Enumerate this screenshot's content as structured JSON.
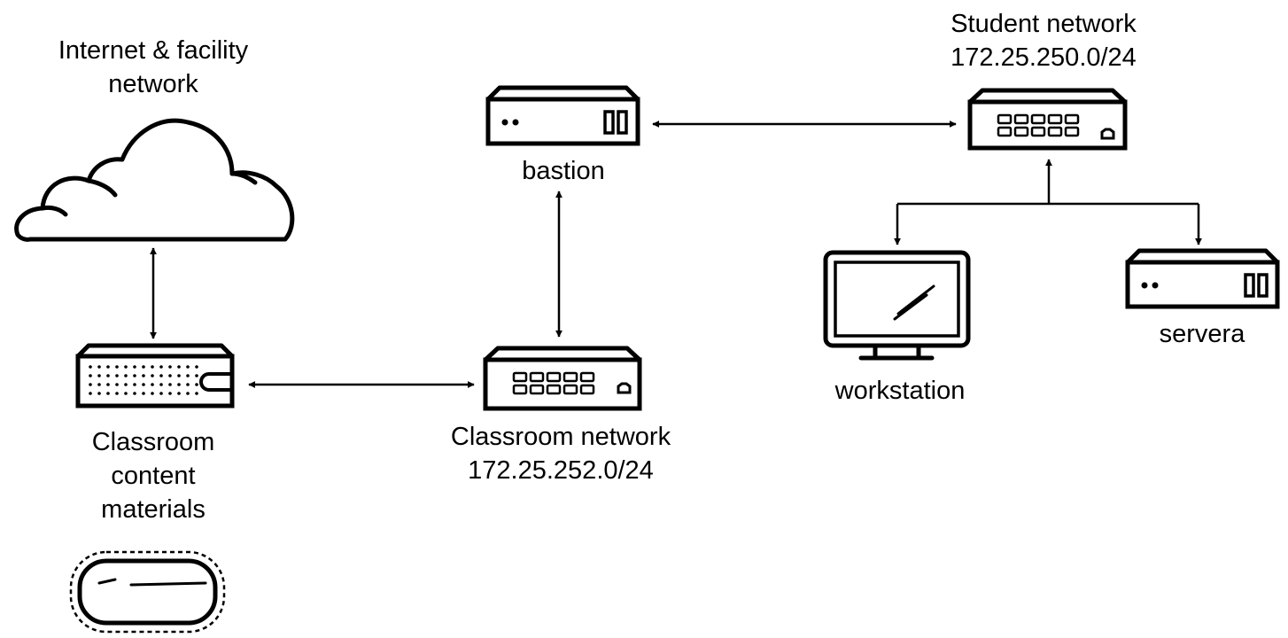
{
  "nodes": {
    "internet": {
      "label_line1": "Internet & facility",
      "label_line2": "network",
      "icon": "cloud-icon"
    },
    "content": {
      "label_line1": "Classroom",
      "label_line2": "content",
      "label_line3": "materials",
      "icon": "storage-appliance-icon"
    },
    "classroom_network": {
      "label_line1": "Classroom network",
      "label_line2": "172.25.252.0/24",
      "icon": "network-switch-icon"
    },
    "bastion": {
      "label": "bastion",
      "icon": "server-icon"
    },
    "student_network": {
      "label_line1": "Student network",
      "label_line2": "172.25.250.0/24",
      "icon": "network-switch-icon"
    },
    "workstation": {
      "label": "workstation",
      "icon": "monitor-icon"
    },
    "servera": {
      "label": "servera",
      "icon": "server-icon"
    },
    "disk": {
      "icon": "disk-storage-icon"
    }
  },
  "connections": [
    {
      "from": "internet",
      "to": "content",
      "direction": "both"
    },
    {
      "from": "content",
      "to": "classroom_network",
      "direction": "both"
    },
    {
      "from": "classroom_network",
      "to": "bastion",
      "direction": "both"
    },
    {
      "from": "bastion",
      "to": "student_network",
      "direction": "both"
    },
    {
      "from": "student_network",
      "to": "workstation",
      "direction": "both"
    },
    {
      "from": "student_network",
      "to": "servera",
      "direction": "both"
    }
  ]
}
